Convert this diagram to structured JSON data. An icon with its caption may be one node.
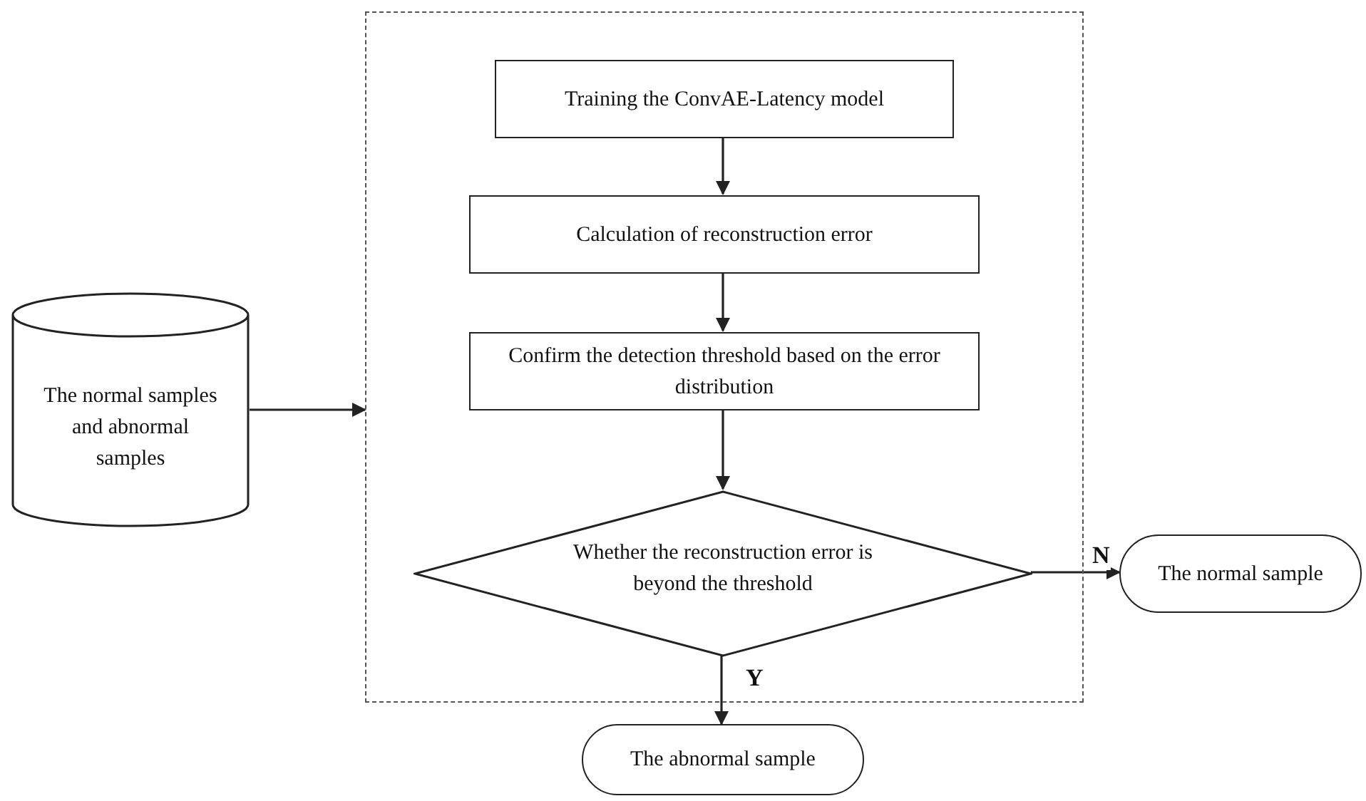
{
  "diagram": {
    "nodes": [
      {
        "text": [
          "The normal samples and abnormal samples"
        ]
      },
      {
        "text": [],
        "shape": "box"
      },
      {
        "text": [
          "Training the ConvAE-Latency model"
        ],
        "in": 1
      },
      {
        "text": [
          "Calculation of reconstruction error"
        ],
        "in": 1
      },
      {
        "text": [
          "Confirm the detection threshold based on the error distribution"
        ],
        "in": 1
      },
      {
        "text": [
          "Whether the reconstruction error is beyond the threshold"
        ],
        "in": 1
      },
      {
        "text": [
          "The normal sample"
        ]
      },
      {
        "text": [
          "The abnormal sample"
        ]
      }
    ],
    "edges": [
      {
        "from": 0,
        "to": 1,
        "arrow": "to"
      },
      {
        "from": 2,
        "to": 3,
        "arrow": "to"
      },
      {
        "from": 3,
        "to": 4,
        "arrow": "to"
      },
      {
        "from": 4,
        "to": 5,
        "arrow": "to"
      },
      {
        "from": 5,
        "to": 6,
        "arrow": "to",
        "label": "N"
      },
      {
        "from": 5,
        "to": 7,
        "arrow": "to",
        "label": "Y"
      }
    ]
  }
}
